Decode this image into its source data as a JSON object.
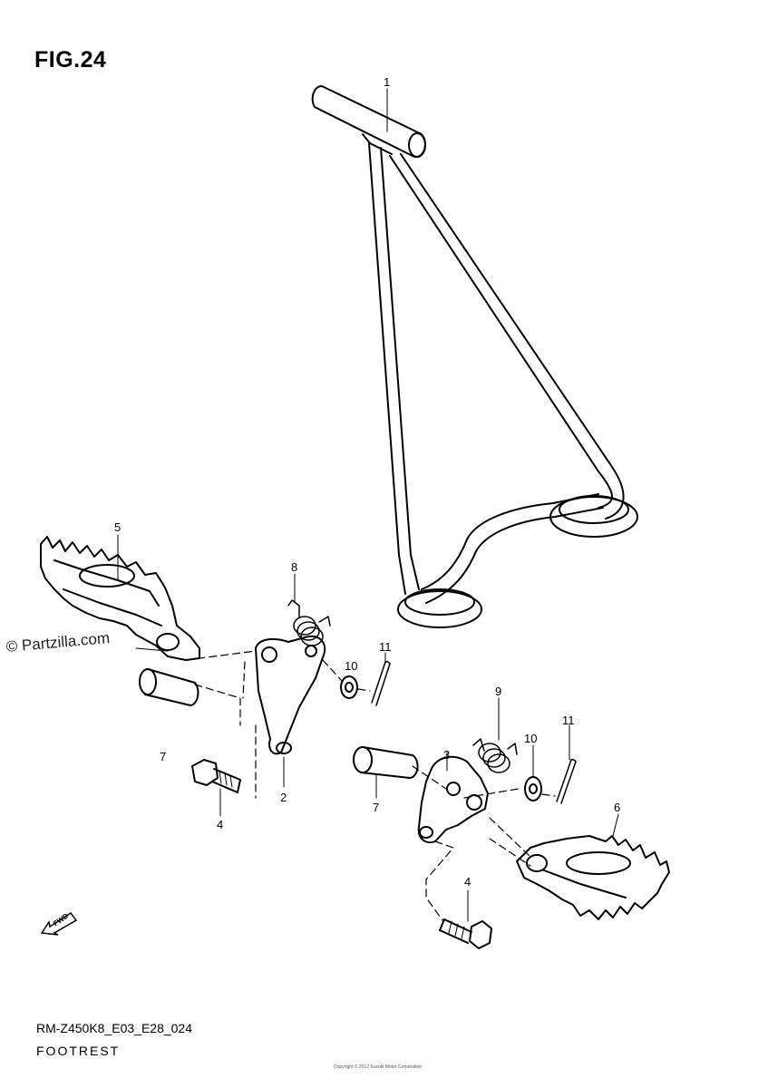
{
  "figure": {
    "title": "FIG.24"
  },
  "callouts": [
    {
      "id": "callout-1",
      "label": "1"
    },
    {
      "id": "callout-5",
      "label": "5"
    },
    {
      "id": "callout-8",
      "label": "8"
    },
    {
      "id": "callout-10a",
      "label": "10"
    },
    {
      "id": "callout-11a",
      "label": "11"
    },
    {
      "id": "callout-7a",
      "label": "7"
    },
    {
      "id": "callout-2",
      "label": "2"
    },
    {
      "id": "callout-4a",
      "label": "4"
    },
    {
      "id": "callout-9",
      "label": "9"
    },
    {
      "id": "callout-3",
      "label": "3"
    },
    {
      "id": "callout-10b",
      "label": "10"
    },
    {
      "id": "callout-11b",
      "label": "11"
    },
    {
      "id": "callout-7b",
      "label": "7"
    },
    {
      "id": "callout-6",
      "label": "6"
    },
    {
      "id": "callout-4b",
      "label": "4"
    }
  ],
  "watermark": "© Partzilla.com",
  "direction_arrow": {
    "label": "FWD",
    "icon": "forward-arrow-icon"
  },
  "footer": {
    "model_code": "RM-Z450K8_E03_E28_024",
    "section_name": "FOOTREST",
    "copyright": "Copyright © 2012 Suzuki Motor Corporation"
  }
}
